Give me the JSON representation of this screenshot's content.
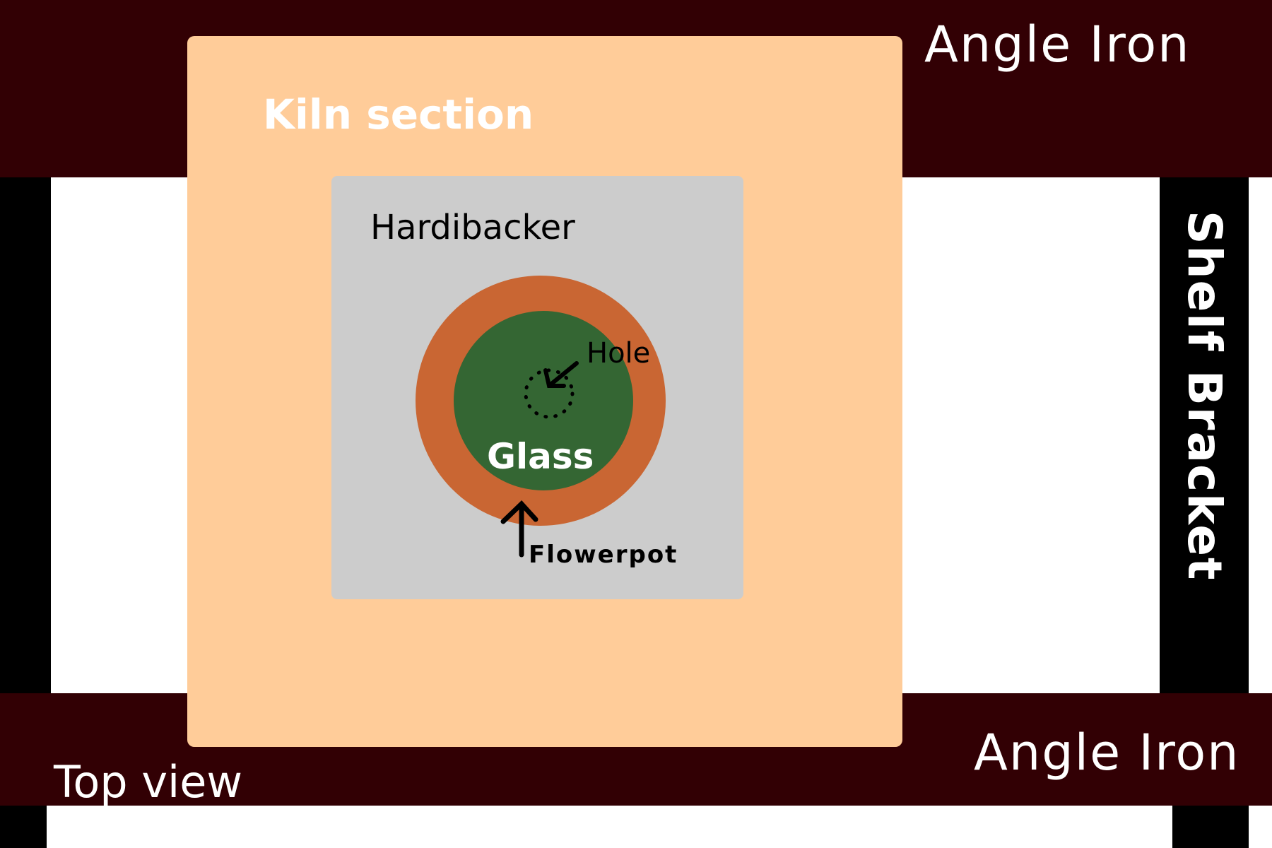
{
  "colors": {
    "angle_iron": "#320004",
    "shelf_bracket": "#000000",
    "kiln_section": "#ffcc99",
    "hardibacker": "#cccccc",
    "flowerpot": "#c96633",
    "glass": "#346633",
    "background": "#ffffff",
    "label_light": "#ffffff",
    "label_dark": "#000000"
  },
  "labels": {
    "angle_iron_top": "Angle Iron",
    "angle_iron_bottom": "Angle Iron",
    "shelf_bracket": "Shelf Bracket",
    "kiln_section": "Kiln section",
    "hardibacker": "Hardibacker",
    "hole": "Hole",
    "glass": "Glass",
    "flowerpot": "Flowerpot",
    "view": "Top view"
  }
}
